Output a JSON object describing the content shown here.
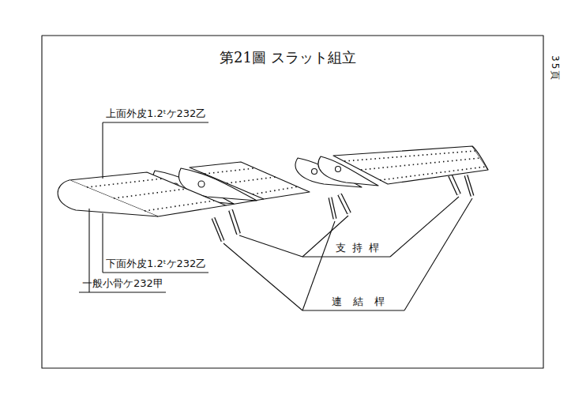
{
  "diagram": {
    "title": "第21圖 スラット組立",
    "labels": [
      "上面外皮1.2ᵗケ232乙",
      "下面外皮1.2ᵗケ232乙",
      "一般小骨ケ232甲",
      "支持桿",
      "連結桿",
      "35頁"
    ]
  }
}
